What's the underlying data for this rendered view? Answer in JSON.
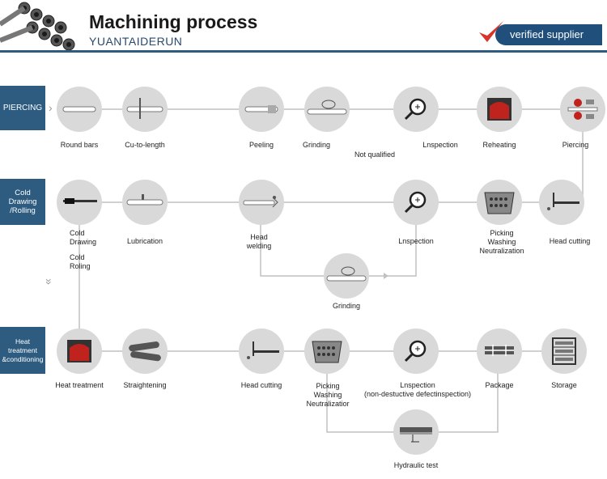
{
  "header": {
    "title": "Machining process",
    "subtitle": "YUANTAIDERUN",
    "badge": "verified supplier"
  },
  "sections": {
    "piercing": "PIERCING",
    "cold_drawing": "Cold Drawing\n/Rolling",
    "heat_treatment": "Heat treatment\n&conditioning"
  },
  "row1": {
    "round_bars": "Round bars",
    "cut_to_length": "Cu-to-length",
    "peeling": "Peeling",
    "grinding": "Grinding",
    "not_qualified": "Not qualified",
    "inspection": "Lnspection",
    "reheating": "Reheating",
    "piercing": "Piercing"
  },
  "row2": {
    "cold_drawing": "Cold\nDrawing",
    "cold_roling": "Cold\nRoling",
    "lubrication": "Lubrication",
    "head_welding": "Head\nwelding",
    "inspection": "Lnspection",
    "picking": "Picking\nWashing\nNeutralization",
    "head_cutting": "Head cutting",
    "grinding": "Grinding"
  },
  "row3": {
    "heat_treatment": "Heat treatment",
    "straightening": "Straightening",
    "head_cutting": "Head cutting",
    "picking": "Picking\nWashing\nNeutralizatior",
    "inspection": "Lnspection\n(non-destuctive defectinspection)",
    "package": "Package",
    "storage": "Storage",
    "hydraulic_test": "Hydraulic test"
  },
  "icons": {
    "piercing_arrow": "›",
    "down_arrows": "»"
  },
  "colors": {
    "section_blue": "#2e5c80",
    "node_grey": "#d9d9d9",
    "line_grey": "#c0c0c0",
    "badge_blue": "#1f4f7a",
    "check_red": "#d9342b",
    "furnace_red": "#c0231e"
  }
}
